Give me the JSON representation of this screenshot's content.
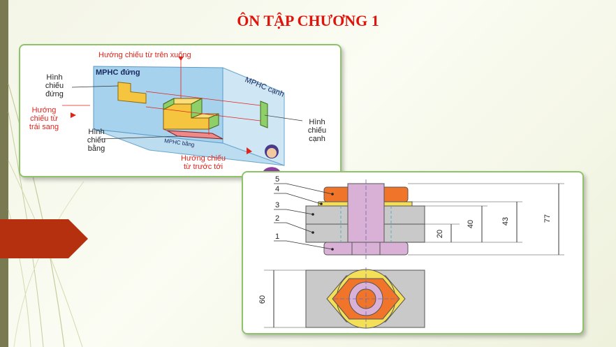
{
  "slide": {
    "title": "ÔN TẬP CHƯƠNG 1"
  },
  "projection_figure": {
    "direction_top": "Hướng chiếu từ trên xuống",
    "mphc_dung": "MPHC đứng",
    "mphc_canh": "MPHC cạnh",
    "mphc_bang": "MPHC bằng",
    "hinh_chieu_dung": [
      "Hình",
      "chiếu",
      "đứng"
    ],
    "huong_chieu_trai": [
      "Hướng",
      "chiếu từ",
      "trái sang"
    ],
    "hinh_chieu_bang": [
      "Hình",
      "chiếu",
      "bằng"
    ],
    "hinh_chieu_canh": [
      "Hình",
      "chiếu",
      "cạnh"
    ],
    "huong_chieu_truoc": [
      "Hướng chiếu",
      "từ trước tới"
    ]
  },
  "bolt_figure": {
    "part_numbers": [
      "5",
      "4",
      "3",
      "2",
      "1"
    ],
    "dimensions": [
      "20",
      "40",
      "43",
      "77",
      "60"
    ]
  },
  "colors": {
    "title": "#e0140c",
    "accent_red": "#b5300f",
    "card_border": "#8fc36a",
    "left_bar": "#7a7a52"
  }
}
